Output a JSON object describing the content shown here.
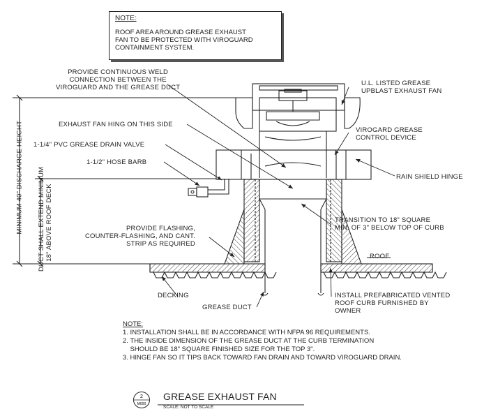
{
  "note_box": {
    "title": "NOTE:",
    "body": "ROOF AREA AROUND GREASE EXHAUST\nFAN TO BE PROTECTED WITH VIROGUARD\nCONTAINMENT SYSTEM."
  },
  "labels": {
    "weld": "PROVIDE CONTINUOUS WELD\nCONNECTION BETWEEN THE\nVIROGUARD AND THE GREASE DUCT",
    "fan": "U.L. LISTED GREASE\nUPBLAST EXHAUST FAN",
    "hing": "EXHAUST FAN HING ON THIS SIDE",
    "control": "VIROGARD GREASE\nCONTROL DEVICE",
    "drain_valve": "1-1/4\" PVC GREASE DRAIN VALVE",
    "hose_barb": "1-1/2\" HOSE BARB",
    "rain_hinge": "RAIN SHIELD HINGE",
    "flashing": "PROVIDE FLASHING,\nCOUNTER-FLASHING, AND CANT.\nSTRIP AS REQUIRED",
    "transition": "TRANSITION TO 18\" SQUARE\nMIN. OF 3\" BELOW TOP OF CURB",
    "roof": "ROOF",
    "decking": "DECKING",
    "grease_duct": "GREASE DUCT",
    "curb": "INSTALL PREFABRICATED VENTED\nROOF CURB FURNISHED BY\nOWNER",
    "dim_discharge": "MINIMUM 40\" DISCHARGE HEIGHT",
    "dim_duct": "DUCT SHALL EXTEND MINIMUM\n18\" ABOVE ROOF DECK"
  },
  "notes": {
    "title": "NOTE:",
    "items": [
      "1. INSTALLATION SHALL BE IN ACCORDANCE WITH NFPA 96 REQUIREMENTS.",
      "2. THE INSIDE DIMENSION OF THE GREASE DUCT AT THE CURB TERMINATION\n    SHOULD BE 18\" SQUARE FINISHED SIZE FOR THE TOP 3\".",
      "3. HINGE FAN SO IT TIPS BACK TOWARD FAN DRAIN AND TOWARD VIROGUARD DRAIN."
    ]
  },
  "title_block": {
    "title": "GREASE EXHAUST FAN",
    "scale": "SCALE: NOT TO SCALE",
    "tag_top": "2",
    "tag_bottom": "M000"
  },
  "colors": {
    "line": "#222222",
    "hatch": "#444444"
  }
}
